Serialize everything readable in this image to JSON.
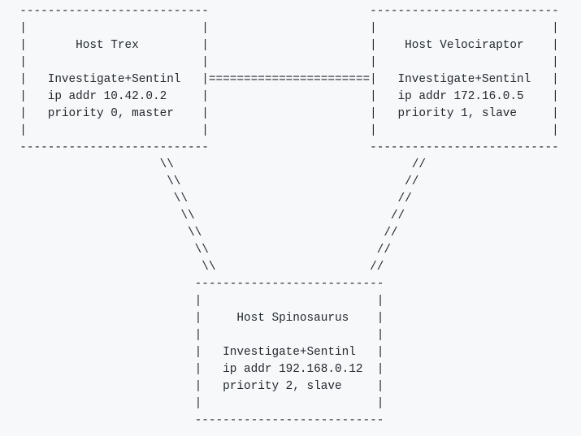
{
  "page": {
    "background": "#f6f8fa",
    "text_color": "#24292e"
  },
  "diagram": {
    "hosts": [
      {
        "name": "Host Trex",
        "software": "Investigate+Sentinl",
        "address": "ip addr 10.42.0.2",
        "priority": "priority 0, master"
      },
      {
        "name": "Host Velociraptor",
        "software": "Investigate+Sentinl",
        "address": "ip addr 172.16.0.5",
        "priority": "priority 1, slave"
      },
      {
        "name": "Host Spinosaurus",
        "software": "Investigate+Sentinl",
        "address": "ip addr 192.168.0.12",
        "priority": "priority 2, slave"
      }
    ],
    "links": [
      {
        "from": "Host Trex",
        "to": "Host Velociraptor",
        "glyph": "="
      },
      {
        "from": "Host Trex",
        "to": "Host Spinosaurus",
        "glyph": "\\\\"
      },
      {
        "from": "Host Velociraptor",
        "to": "Host Spinosaurus",
        "glyph": "//"
      }
    ],
    "ascii_lines": [
      "  ---------------------------                       ---------------------------",
      "  |                         |                       |                         |",
      "  |       Host Trex         |                       |    Host Velociraptor    |",
      "  |                         |                       |                         |",
      "  |   Investigate+Sentinl   |=======================|   Investigate+Sentinl   |",
      "  |   ip addr 10.42.0.2     |                       |   ip addr 172.16.0.5    |",
      "  |   priority 0, master    |                       |   priority 1, slave     |",
      "  |                         |                       |                         |",
      "  ---------------------------                       ---------------------------",
      "                      \\\\                                  //",
      "                       \\\\                                //",
      "                        \\\\                              //",
      "                         \\\\                            //",
      "                          \\\\                          //",
      "                           \\\\                        //",
      "                            \\\\                      //",
      "                           ---------------------------",
      "                           |                         |",
      "                           |     Host Spinosaurus    |",
      "                           |                         |",
      "                           |   Investigate+Sentinl   |",
      "                           |   ip addr 192.168.0.12  |",
      "                           |   priority 2, slave     |",
      "                           |                         |",
      "                           ---------------------------"
    ]
  }
}
